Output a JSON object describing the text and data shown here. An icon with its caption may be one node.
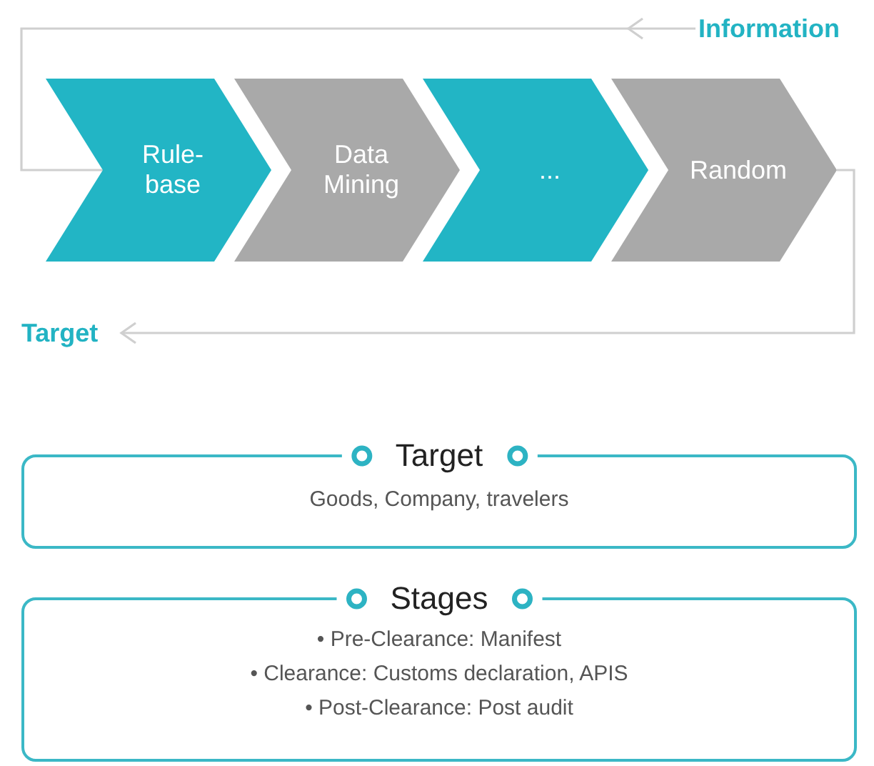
{
  "diagram": {
    "nodes": [
      {
        "text": [
          "Information"
        ]
      },
      {
        "text": [
          "Rule-base"
        ]
      },
      {
        "text": [
          "Data Mining"
        ]
      },
      {
        "text": [
          "..."
        ]
      },
      {
        "text": [
          "Random"
        ]
      },
      {
        "text": [
          "Target"
        ]
      },
      {
        "text": [
          "Target",
          "Goods, Company, travelers"
        ]
      },
      {
        "text": [
          "Stages",
          "• Pre-Clearance: Manifest",
          "• Clearance: Customs declaration, APIS",
          "• Post-Clearance: Post audit"
        ]
      }
    ],
    "edges": [
      {
        "from": 0,
        "to": 1,
        "arrow": "to"
      },
      {
        "from": 4,
        "to": 5,
        "arrow": "to"
      }
    ]
  }
}
